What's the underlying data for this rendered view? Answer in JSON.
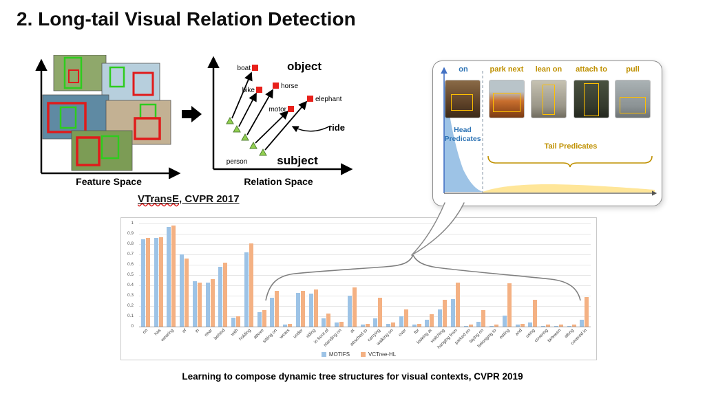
{
  "slide": {
    "title": "2. Long-tail Visual Relation Detection",
    "bottom_caption": "Learning to compose dynamic tree structures for visual contexts, CVPR 2019"
  },
  "feature_space": {
    "caption": "Feature Space"
  },
  "relation_space": {
    "caption": "Relation Space",
    "object_label": "object",
    "subject_label": "subject",
    "ride_label": "ride",
    "entities": {
      "boat": "boat",
      "bike": "bike",
      "horse": "horse",
      "motor": "motor",
      "elephant": "elephant",
      "person": "person"
    }
  },
  "citation": {
    "name": "VTransE",
    "suffix": ", CVPR 2017"
  },
  "callout": {
    "predicates": [
      "on",
      "park next",
      "lean on",
      "attach to",
      "pull"
    ],
    "head_line1": "Head",
    "head_line2": "Predicates",
    "tail_label": "Tail Predicates",
    "head_color": "#2E74B5",
    "tail_color": "#BF9000"
  },
  "chart_data": {
    "type": "bar",
    "title": "",
    "xlabel": "",
    "ylabel": "",
    "ylim": [
      0,
      1
    ],
    "ytick_step": 0.1,
    "grid": true,
    "legend_position": "bottom",
    "categories": [
      "on",
      "has",
      "wearing",
      "of",
      "in",
      "near",
      "behind",
      "with",
      "holding",
      "above",
      "sitting on",
      "wears",
      "under",
      "riding",
      "in front of",
      "standing on",
      "at",
      "attached to",
      "carrying",
      "walking on",
      "over",
      "for",
      "looking at",
      "watching",
      "hanging from",
      "parked on",
      "laying on",
      "belonging to",
      "eating",
      "and",
      "using",
      "covering",
      "between",
      "along",
      "covered in"
    ],
    "series": [
      {
        "name": "MOTIFS",
        "color": "#9DC3E6",
        "values": [
          0.85,
          0.86,
          0.97,
          0.7,
          0.44,
          0.43,
          0.58,
          0.09,
          0.72,
          0.14,
          0.28,
          0.02,
          0.33,
          0.32,
          0.08,
          0.04,
          0.3,
          0.02,
          0.08,
          0.03,
          0.1,
          0.02,
          0.07,
          0.17,
          0.27,
          0.01,
          0.05,
          0.01,
          0.11,
          0.02,
          0.04,
          0.01,
          0.01,
          0.01,
          0.07
        ]
      },
      {
        "name": "VCTree-HL",
        "color": "#F4B183",
        "values": [
          0.86,
          0.87,
          0.98,
          0.66,
          0.43,
          0.46,
          0.62,
          0.1,
          0.81,
          0.16,
          0.35,
          0.03,
          0.35,
          0.36,
          0.13,
          0.05,
          0.38,
          0.03,
          0.28,
          0.04,
          0.17,
          0.03,
          0.12,
          0.26,
          0.43,
          0.02,
          0.16,
          0.02,
          0.42,
          0.03,
          0.26,
          0.02,
          0.02,
          0.02,
          0.29
        ]
      }
    ]
  }
}
